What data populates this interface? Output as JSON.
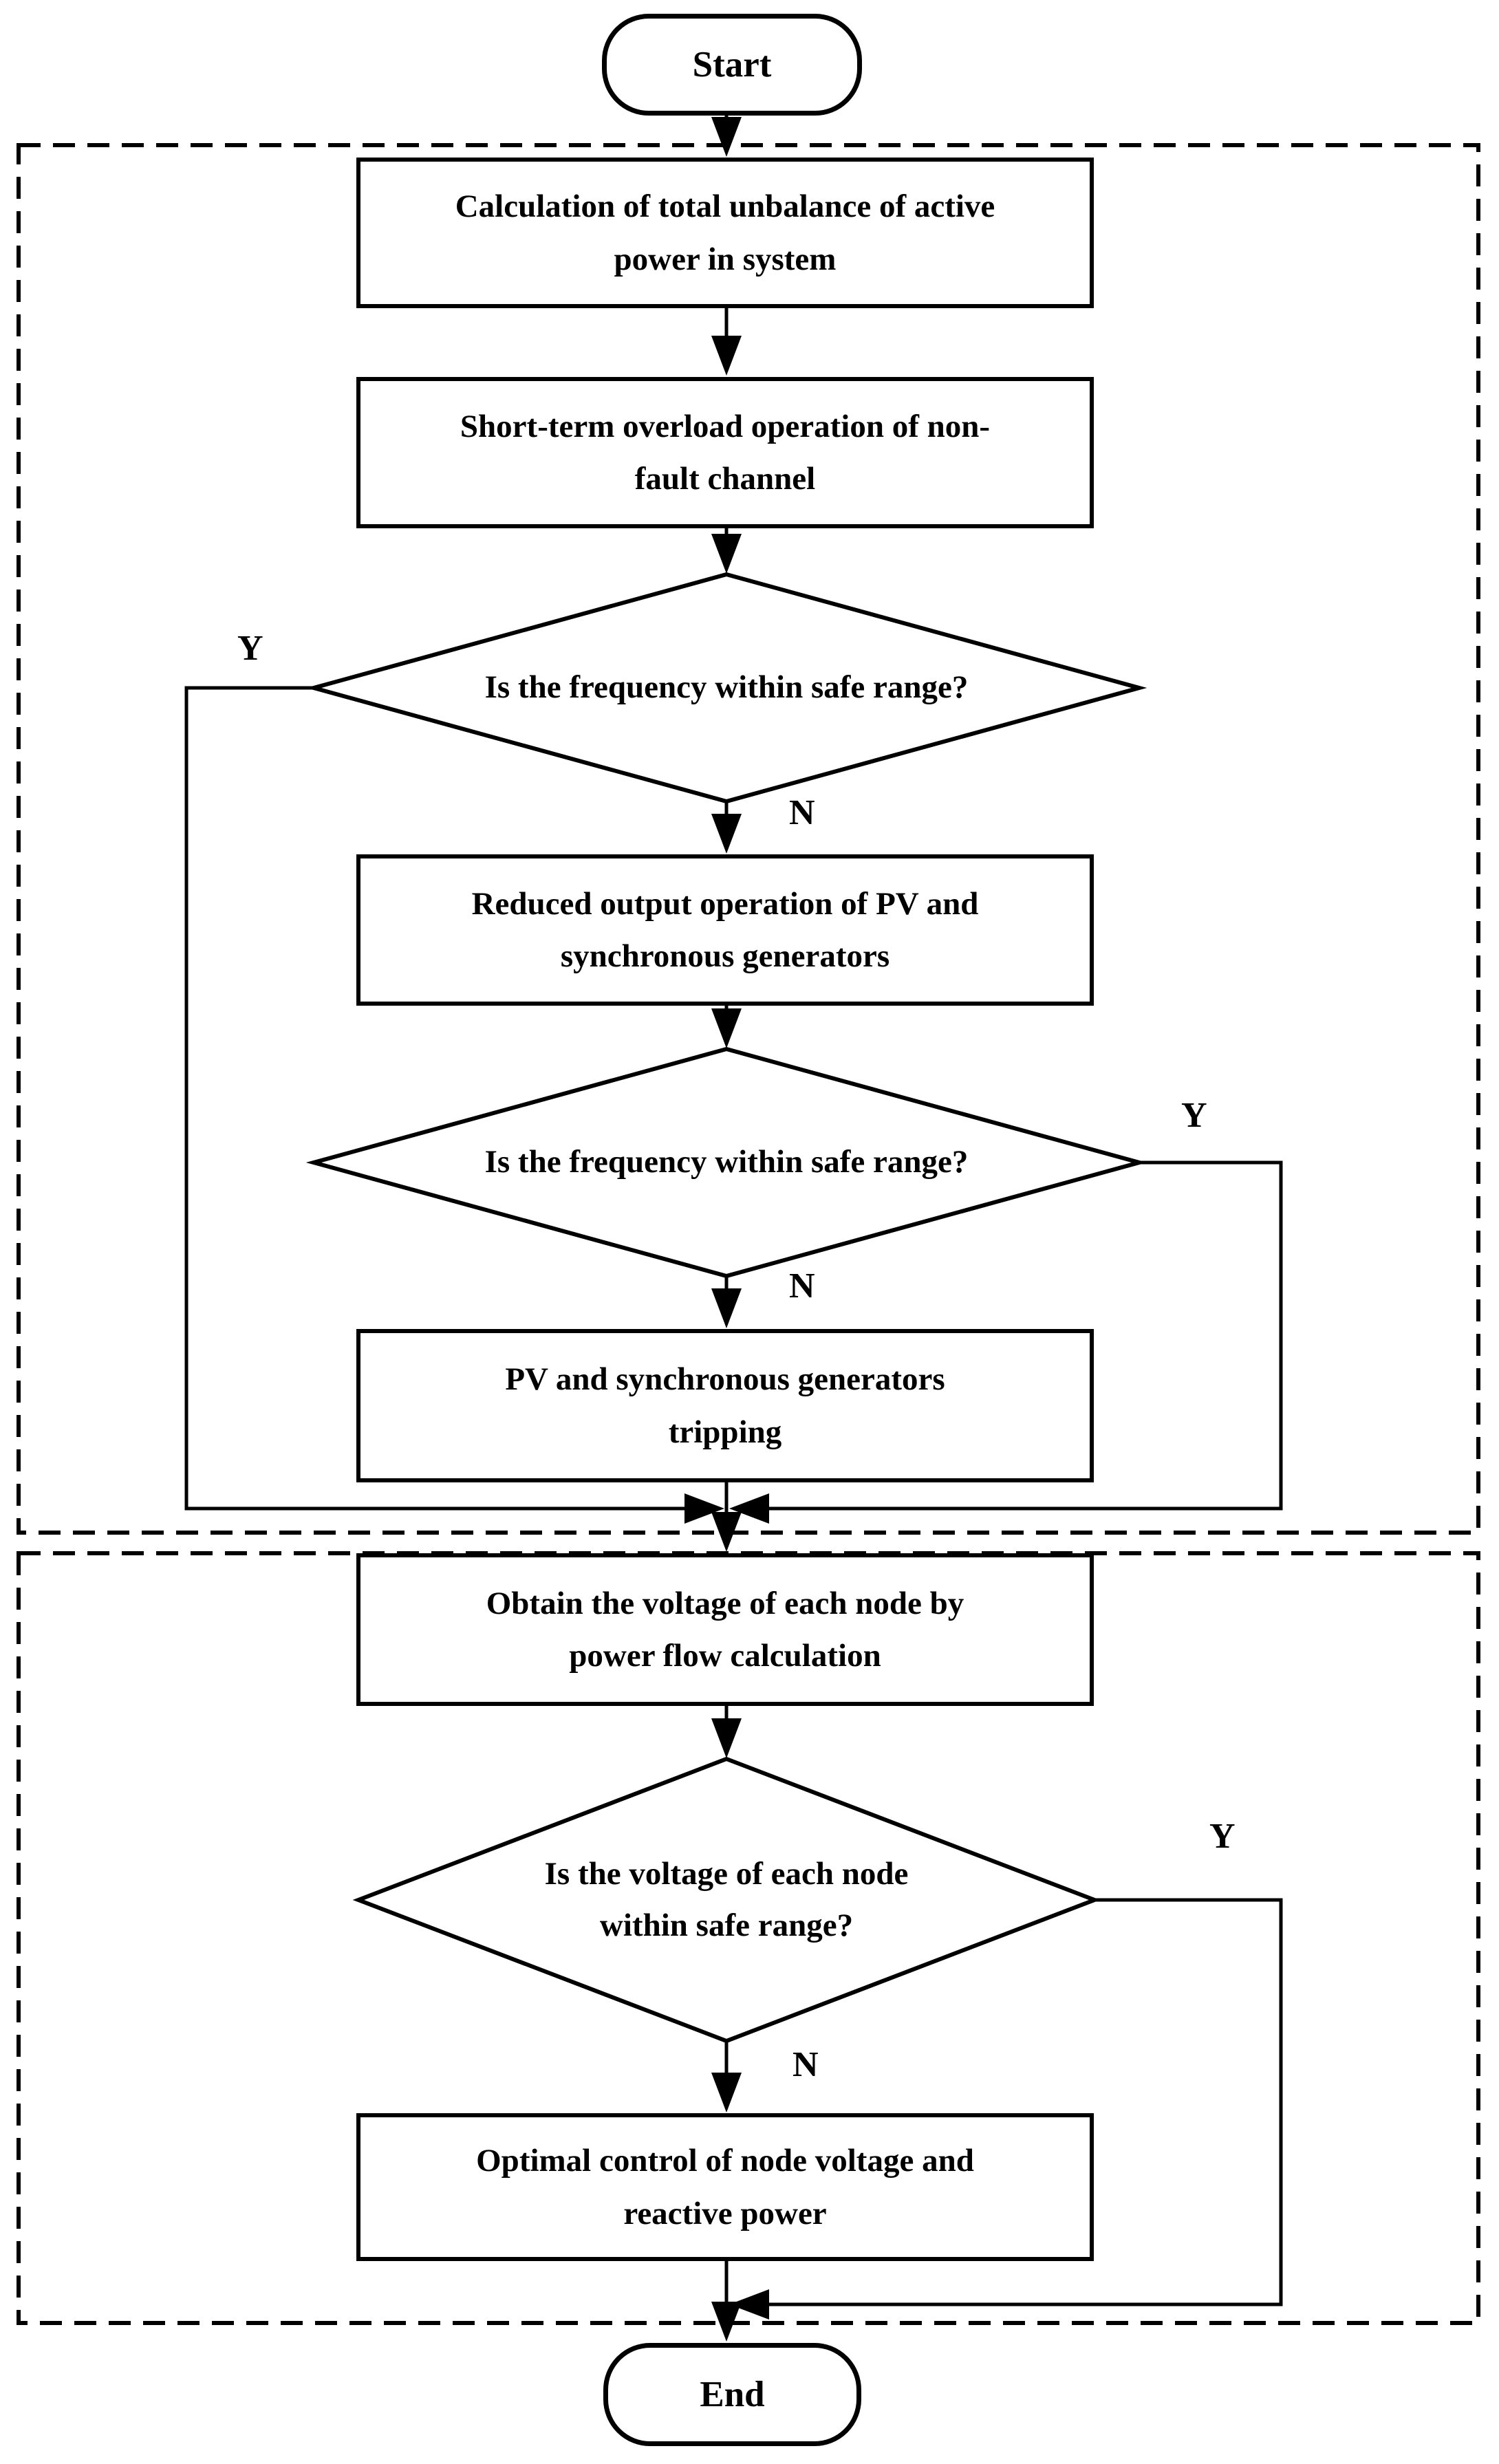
{
  "flowchart": {
    "start": "Start",
    "end": "End",
    "steps": {
      "calc_unbalance": "Calculation of total unbalance of active\npower in system",
      "short_term_overload": "Short-term overload operation of non-\nfault channel",
      "reduced_output": "Reduced output operation of PV and\nsynchronous generators",
      "generators_tripping": "PV and synchronous generators\ntripping",
      "obtain_voltage": "Obtain the voltage of each node by\npower flow calculation",
      "optimal_control": "Optimal control of node voltage and\nreactive power"
    },
    "decisions": {
      "frequency_check_1": "Is the frequency within safe range?",
      "frequency_check_2": "Is the frequency within safe range?",
      "voltage_check": "Is the voltage of each node\nwithin safe range?"
    },
    "labels": {
      "yes": "Y",
      "no": "N"
    },
    "colors": {
      "stroke": "#000000",
      "background": "#ffffff"
    }
  }
}
